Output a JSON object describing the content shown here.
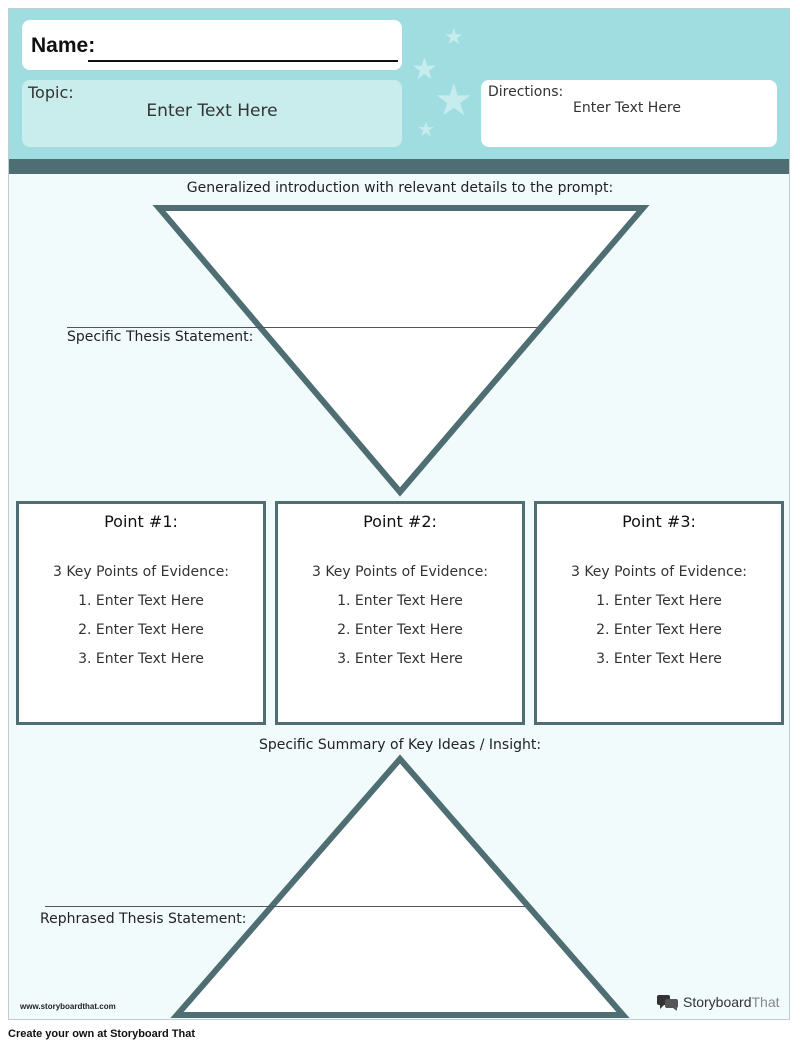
{
  "header": {
    "name_label": "Name:",
    "topic_label": "Topic:",
    "topic_value": "Enter Text Here",
    "directions_label": "Directions:",
    "directions_value": "Enter Text Here"
  },
  "intro": {
    "label": "Generalized introduction with relevant details to the prompt:",
    "thesis_label": "Specific Thesis Statement:"
  },
  "points": [
    {
      "title": "Point #1:",
      "subtitle": "3 Key Points of Evidence:",
      "items": [
        "1. Enter Text Here",
        "2. Enter Text Here",
        "3. Enter Text Here"
      ]
    },
    {
      "title": "Point #2:",
      "subtitle": "3 Key Points of Evidence:",
      "items": [
        "1. Enter Text Here",
        "2. Enter Text Here",
        "3. Enter Text Here"
      ]
    },
    {
      "title": "Point #3:",
      "subtitle": "3 Key Points of Evidence:",
      "items": [
        "1. Enter Text Here",
        "2. Enter Text Here",
        "3. Enter Text Here"
      ]
    }
  ],
  "conclusion": {
    "label": "Specific Summary of Key Ideas / Insight:",
    "rephrased_label": "Rephrased Thesis Statement:"
  },
  "footer": {
    "url": "www.storyboardthat.com",
    "logo_part1": "Storyboard",
    "logo_part2": "That",
    "caption": "Create your own at Storyboard That"
  },
  "colors": {
    "header_bg": "#9fdde0",
    "accent_dark": "#4e6e73",
    "page_bg": "#f2fbfb"
  }
}
